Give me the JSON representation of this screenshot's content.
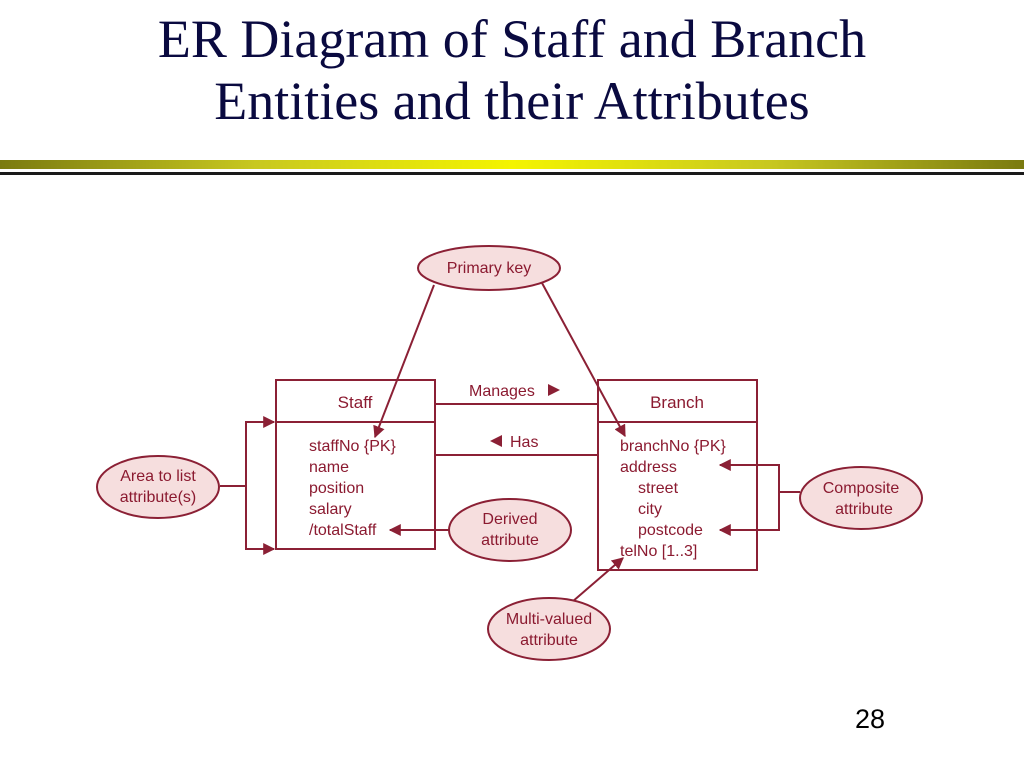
{
  "title": {
    "line1": "ER Diagram of  Staff and Branch",
    "line2": "Entities and their Attributes"
  },
  "colors": {
    "diagram_line": "#8b2035",
    "label_fill": "#f6dede",
    "title_rule": "#e8e800"
  },
  "entities": {
    "staff": {
      "name": "Staff",
      "attributes": [
        "staffNo {PK}",
        "name",
        "position",
        "salary",
        "/totalStaff"
      ]
    },
    "branch": {
      "name": "Branch",
      "attributes": [
        "branchNo {PK}",
        "address",
        "street",
        "city",
        "postcode",
        "telNo [1..3]"
      ]
    }
  },
  "relationships": {
    "manages": "Manages",
    "has": "Has"
  },
  "callouts": {
    "primary_key": "Primary key",
    "area_to_list": [
      "Area to list",
      "attribute(s)"
    ],
    "derived": [
      "Derived",
      "attribute"
    ],
    "composite": [
      "Composite",
      "attribute"
    ],
    "multi_valued": [
      "Multi-valued",
      "attribute"
    ]
  },
  "page_number": "28"
}
